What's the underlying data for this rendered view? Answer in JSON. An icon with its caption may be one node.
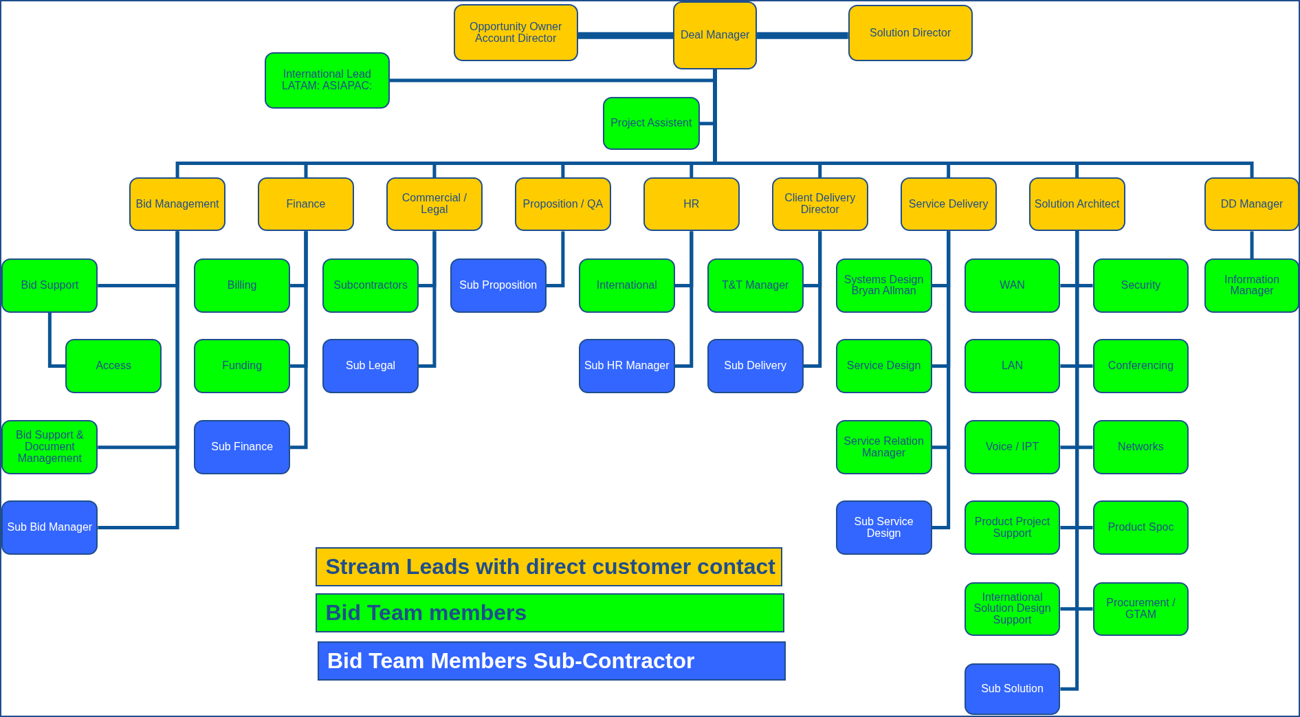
{
  "diagram": {
    "nodes": [
      {
        "text": [
          "Opportunity Owner Account Director"
        ]
      },
      {
        "text": [
          "Deal Manager"
        ]
      },
      {
        "text": [
          "Solution Director"
        ]
      },
      {
        "text": [
          "International Lead LATAM: ASIAPAC:"
        ]
      },
      {
        "text": [
          "Project Assistent"
        ]
      },
      {
        "text": [
          "Bid Management"
        ]
      },
      {
        "text": [
          "Finance"
        ]
      },
      {
        "text": [
          "Commercial / Legal"
        ]
      },
      {
        "text": [
          "Proposition / QA"
        ]
      },
      {
        "text": [
          "HR"
        ]
      },
      {
        "text": [
          "Client Delivery Director"
        ]
      },
      {
        "text": [
          "Service Delivery"
        ]
      },
      {
        "text": [
          "Solution Architect"
        ]
      },
      {
        "text": [
          "DD Manager"
        ]
      },
      {
        "text": [
          "Bid Support"
        ]
      },
      {
        "text": [
          "Access"
        ]
      },
      {
        "text": [
          "Bid Support & Document Management"
        ]
      },
      {
        "text": [
          "Sub Bid Manager"
        ]
      },
      {
        "text": [
          "Billing"
        ]
      },
      {
        "text": [
          "Funding"
        ]
      },
      {
        "text": [
          "Sub Finance"
        ]
      },
      {
        "text": [
          "Subcontractors"
        ]
      },
      {
        "text": [
          "Sub Legal"
        ]
      },
      {
        "text": [
          "Sub Proposition"
        ]
      },
      {
        "text": [
          "International"
        ]
      },
      {
        "text": [
          "Sub HR Manager"
        ]
      },
      {
        "text": [
          "T&T Manager"
        ]
      },
      {
        "text": [
          "Sub Delivery"
        ]
      },
      {
        "text": [
          "Systems Design Bryan Allman"
        ]
      },
      {
        "text": [
          "Service Design"
        ]
      },
      {
        "text": [
          "Service Relation Manager"
        ]
      },
      {
        "text": [
          "Sub Service Design"
        ]
      },
      {
        "text": [
          "WAN"
        ]
      },
      {
        "text": [
          "Security"
        ]
      },
      {
        "text": [
          "LAN"
        ]
      },
      {
        "text": [
          "Conferencing"
        ]
      },
      {
        "text": [
          "Voice / IPT"
        ]
      },
      {
        "text": [
          "Networks"
        ]
      },
      {
        "text": [
          "Product Project Support"
        ]
      },
      {
        "text": [
          "Product Spoc"
        ]
      },
      {
        "text": [
          "International Solution Design Support"
        ]
      },
      {
        "text": [
          "Procurement / GTAM"
        ]
      },
      {
        "text": [
          "Sub Solution"
        ]
      },
      {
        "text": [
          "Information Manager"
        ]
      }
    ],
    "edges": [
      {
        "from": 1,
        "to": 0,
        "arrow": "none",
        "style": "thick"
      },
      {
        "from": 1,
        "to": 2,
        "arrow": "none",
        "style": "thick"
      },
      {
        "from": 1,
        "to": 3,
        "arrow": "none"
      },
      {
        "from": 1,
        "to": 4,
        "arrow": "none"
      },
      {
        "from": 1,
        "to": 5,
        "arrow": "none"
      },
      {
        "from": 1,
        "to": 6,
        "arrow": "none"
      },
      {
        "from": 1,
        "to": 7,
        "arrow": "none"
      },
      {
        "from": 1,
        "to": 8,
        "arrow": "none"
      },
      {
        "from": 1,
        "to": 9,
        "arrow": "none"
      },
      {
        "from": 1,
        "to": 10,
        "arrow": "none"
      },
      {
        "from": 1,
        "to": 11,
        "arrow": "none"
      },
      {
        "from": 1,
        "to": 12,
        "arrow": "none"
      },
      {
        "from": 1,
        "to": 13,
        "arrow": "none"
      },
      {
        "from": 5,
        "to": 14,
        "arrow": "none"
      },
      {
        "from": 14,
        "to": 15,
        "arrow": "none"
      },
      {
        "from": 5,
        "to": 16,
        "arrow": "none"
      },
      {
        "from": 5,
        "to": 17,
        "arrow": "none"
      },
      {
        "from": 6,
        "to": 18,
        "arrow": "none"
      },
      {
        "from": 6,
        "to": 19,
        "arrow": "none"
      },
      {
        "from": 6,
        "to": 20,
        "arrow": "none"
      },
      {
        "from": 7,
        "to": 21,
        "arrow": "none"
      },
      {
        "from": 7,
        "to": 22,
        "arrow": "none"
      },
      {
        "from": 8,
        "to": 23,
        "arrow": "none"
      },
      {
        "from": 9,
        "to": 24,
        "arrow": "none"
      },
      {
        "from": 9,
        "to": 25,
        "arrow": "none"
      },
      {
        "from": 10,
        "to": 26,
        "arrow": "none"
      },
      {
        "from": 10,
        "to": 27,
        "arrow": "none"
      },
      {
        "from": 11,
        "to": 28,
        "arrow": "none"
      },
      {
        "from": 11,
        "to": 29,
        "arrow": "none"
      },
      {
        "from": 11,
        "to": 30,
        "arrow": "none"
      },
      {
        "from": 11,
        "to": 31,
        "arrow": "none"
      },
      {
        "from": 12,
        "to": 32,
        "arrow": "none"
      },
      {
        "from": 12,
        "to": 33,
        "arrow": "none"
      },
      {
        "from": 12,
        "to": 34,
        "arrow": "none"
      },
      {
        "from": 12,
        "to": 35,
        "arrow": "none"
      },
      {
        "from": 12,
        "to": 36,
        "arrow": "none"
      },
      {
        "from": 12,
        "to": 37,
        "arrow": "none"
      },
      {
        "from": 12,
        "to": 38,
        "arrow": "none"
      },
      {
        "from": 12,
        "to": 39,
        "arrow": "none"
      },
      {
        "from": 12,
        "to": 40,
        "arrow": "none"
      },
      {
        "from": 12,
        "to": 41,
        "arrow": "none"
      },
      {
        "from": 12,
        "to": 42,
        "arrow": "none"
      },
      {
        "from": 13,
        "to": 43,
        "arrow": "none"
      }
    ],
    "legend": [
      {
        "text": "Stream Leads with direct customer contact",
        "color": "#ffcc00"
      },
      {
        "text": "Bid Team members",
        "color": "#00ff00"
      },
      {
        "text": "Bid Team Members Sub-Contractor",
        "color": "#3366ff"
      }
    ]
  }
}
